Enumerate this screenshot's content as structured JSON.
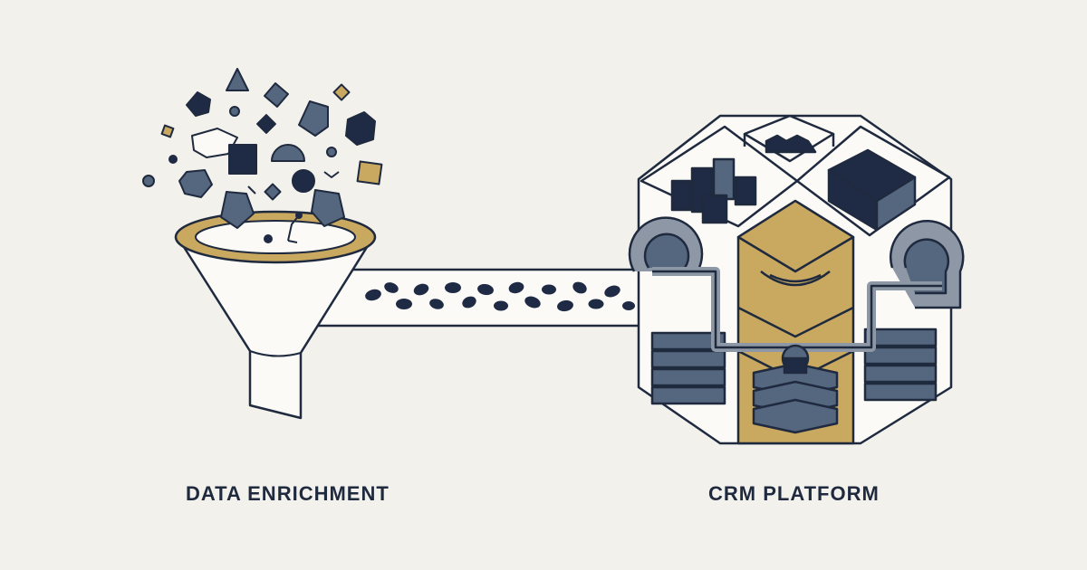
{
  "labels": {
    "left": "DATA ENRICHMENT",
    "right": "CRM PLATFORM"
  },
  "colors": {
    "background": "#f3f1ec",
    "outline": "#1f2a3f",
    "navy": "#1f2a44",
    "slate": "#55667f",
    "steel": "#8d97a6",
    "gold": "#c9a860",
    "paper": "#fbfaf7"
  },
  "icons": {
    "funnel": "funnel-icon",
    "pipe": "data-pipe",
    "platform": "crm-platform-icon"
  }
}
